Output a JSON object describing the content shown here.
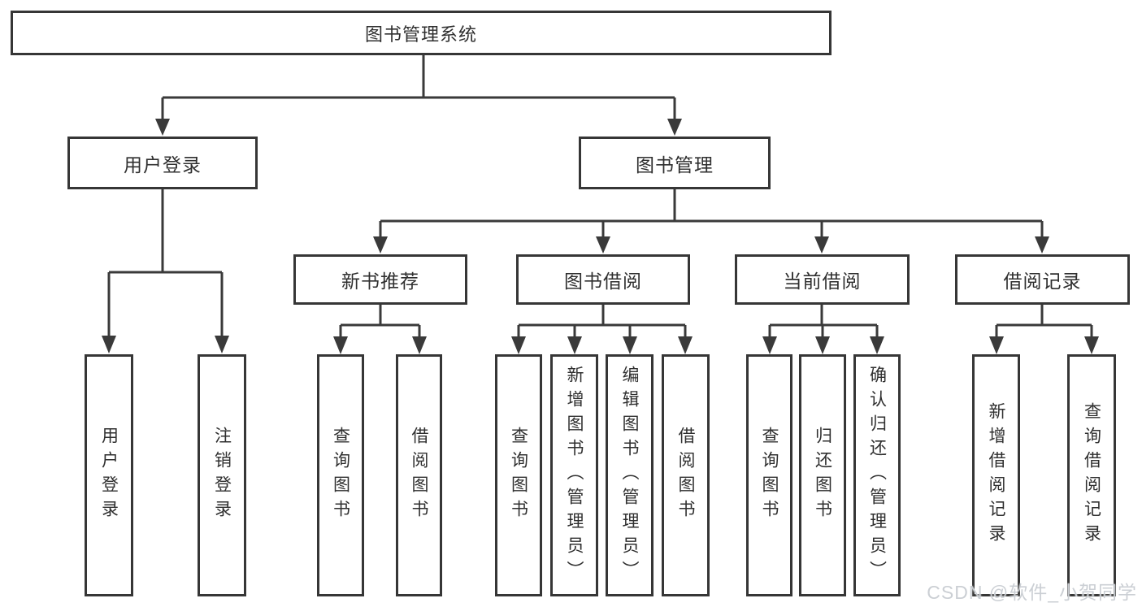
{
  "tree": {
    "label": "图书管理系统",
    "children": [
      {
        "label": "用户登录",
        "children": [
          {
            "label": "用户登录"
          },
          {
            "label": "注销登录"
          }
        ]
      },
      {
        "label": "图书管理",
        "children": [
          {
            "label": "新书推荐",
            "children": [
              {
                "label": "查询图书"
              },
              {
                "label": "借阅图书"
              }
            ]
          },
          {
            "label": "图书借阅",
            "children": [
              {
                "label": "查询图书"
              },
              {
                "label": "新增图书（管理员）"
              },
              {
                "label": "编辑图书（管理员）"
              },
              {
                "label": "借阅图书"
              }
            ]
          },
          {
            "label": "当前借阅",
            "children": [
              {
                "label": "查询图书"
              },
              {
                "label": "归还图书"
              },
              {
                "label": "确认归还（管理员）"
              }
            ]
          },
          {
            "label": "借阅记录",
            "children": [
              {
                "label": "新增借阅记录"
              },
              {
                "label": "查询借阅记录"
              }
            ]
          }
        ]
      }
    ]
  },
  "watermark": "CSDN @软件_小贺同学",
  "colors": {
    "line": "#3a3a3a",
    "box_border": "#363636",
    "box_fill": "#ffffff",
    "text": "#2f2f2f",
    "watermark": "#c8ccd2"
  }
}
